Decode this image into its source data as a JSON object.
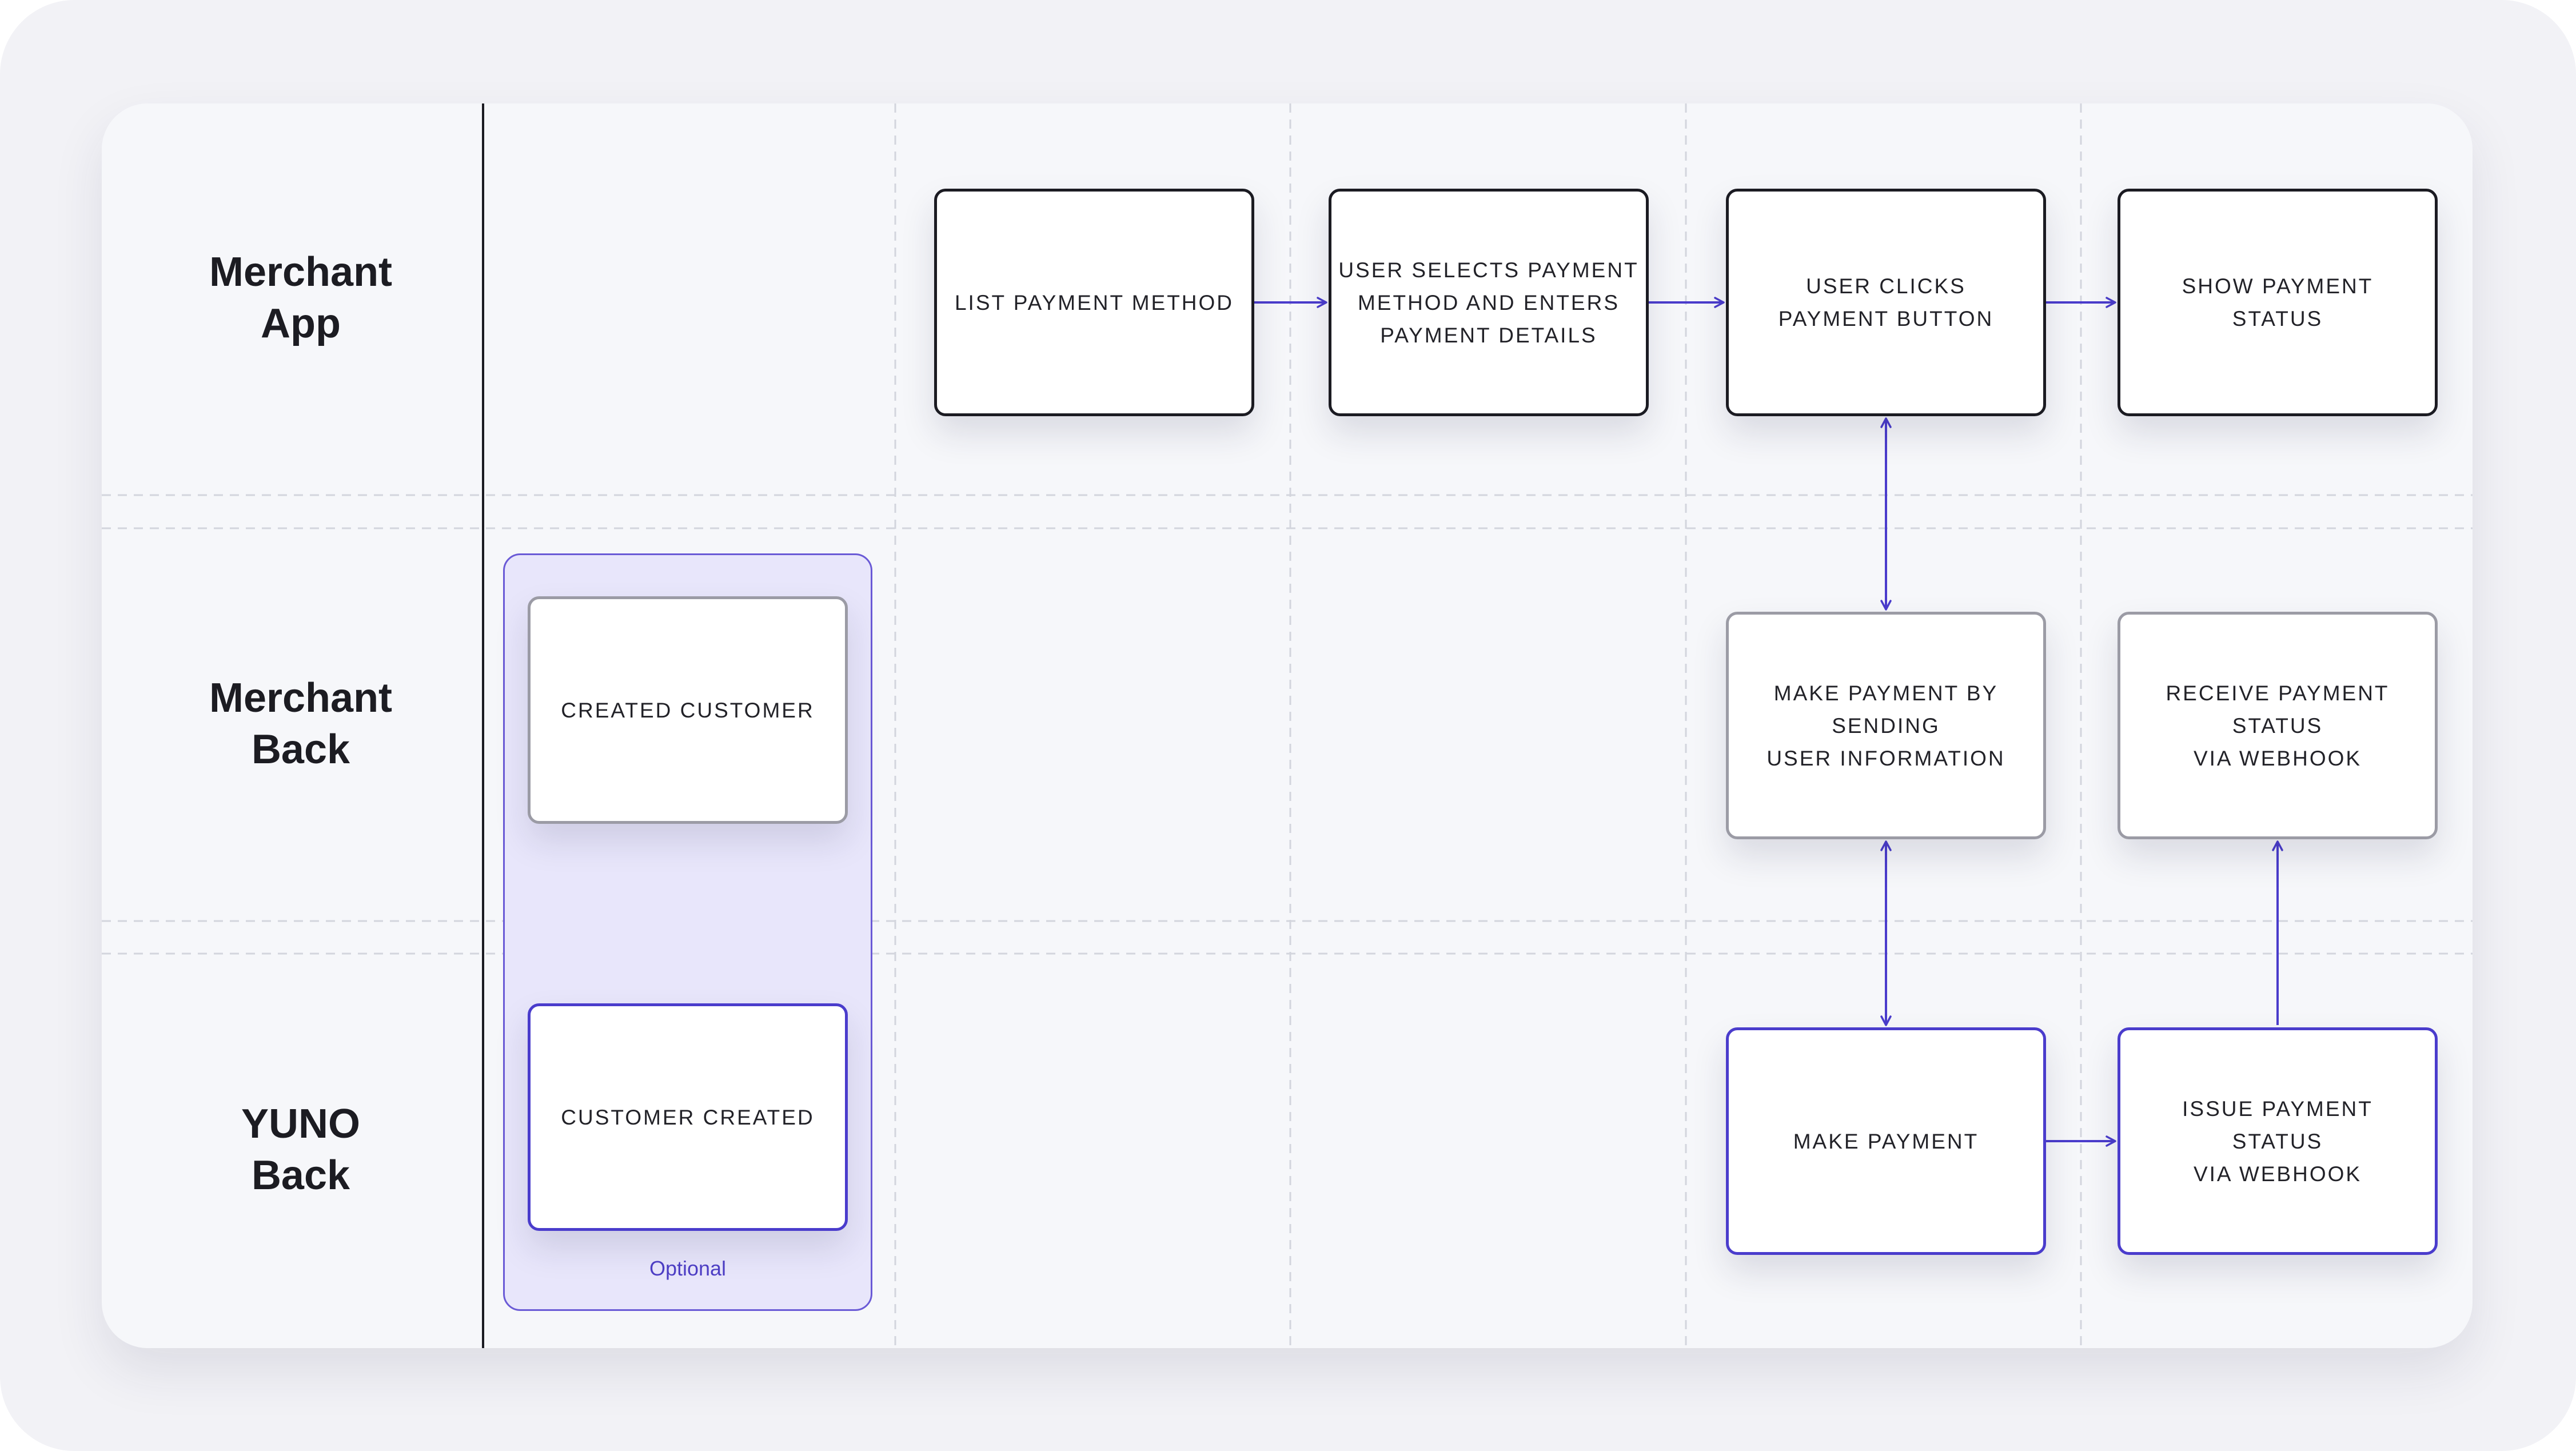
{
  "lanes": [
    {
      "id": "merchant-app",
      "label_lines": [
        "Merchant",
        "App"
      ]
    },
    {
      "id": "merchant-back",
      "label_lines": [
        "Merchant",
        "Back"
      ]
    },
    {
      "id": "yuno-back",
      "label_lines": [
        "YUNO",
        "Back"
      ]
    }
  ],
  "optional_group": {
    "label": "Optional"
  },
  "nodes": {
    "list_payment_method": {
      "lines": [
        "LIST PAYMENT METHOD"
      ]
    },
    "user_selects_payment": {
      "lines": [
        "USER SELECTS PAYMENT",
        "METHOD AND ENTERS",
        "PAYMENT DETAILS"
      ]
    },
    "user_clicks_button": {
      "lines": [
        "USER CLICKS",
        "PAYMENT BUTTON"
      ]
    },
    "show_payment_status": {
      "lines": [
        "SHOW PAYMENT",
        "STATUS"
      ]
    },
    "created_customer": {
      "lines": [
        "CREATED CUSTOMER"
      ]
    },
    "make_payment_sending": {
      "lines": [
        "MAKE PAYMENT BY",
        "SENDING",
        "USER INFORMATION"
      ]
    },
    "receive_payment_status": {
      "lines": [
        "RECEIVE PAYMENT",
        "STATUS",
        "VIA WEBHOOK"
      ]
    },
    "customer_created": {
      "lines": [
        "CUSTOMER CREATED"
      ]
    },
    "make_payment": {
      "lines": [
        "MAKE PAYMENT"
      ]
    },
    "issue_payment_status": {
      "lines": [
        "ISSUE PAYMENT",
        "STATUS",
        "VIA WEBHOOK"
      ]
    }
  },
  "edges": [
    {
      "from": "list_payment_method",
      "to": "user_selects_payment",
      "direction": "forward"
    },
    {
      "from": "user_selects_payment",
      "to": "user_clicks_button",
      "direction": "forward"
    },
    {
      "from": "user_clicks_button",
      "to": "show_payment_status",
      "direction": "forward"
    },
    {
      "from": "user_clicks_button",
      "to": "make_payment_sending",
      "direction": "both"
    },
    {
      "from": "created_customer",
      "to": "customer_created",
      "direction": "both"
    },
    {
      "from": "make_payment_sending",
      "to": "make_payment",
      "direction": "both"
    },
    {
      "from": "make_payment",
      "to": "issue_payment_status",
      "direction": "forward"
    },
    {
      "from": "issue_payment_status",
      "to": "receive_payment_status",
      "direction": "forward"
    }
  ],
  "colors": {
    "accent": "#4a3ccc",
    "app_border": "#1b1b22",
    "back_border": "#9b9ba5",
    "optional_fill": "#e8e6fb",
    "grid_line": "#d3d5dd",
    "divider": "#1b1b22"
  }
}
